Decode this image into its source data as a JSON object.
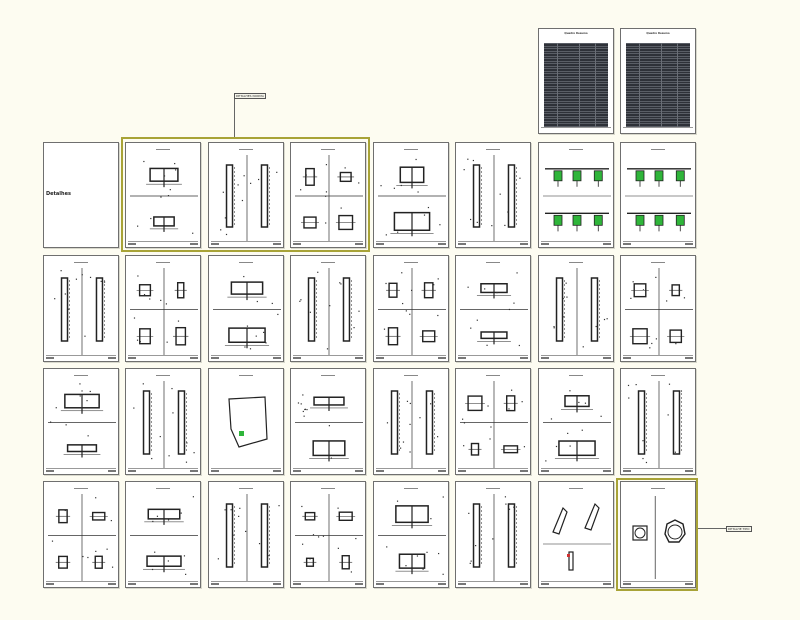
{
  "layout_view": {
    "background": "#fdfcf1",
    "highlight_color": "#a8a337",
    "accent_green": "#2fb53a",
    "accent_red": "#d03030"
  },
  "callouts": {
    "top_group_label": "DETALHES NORMA",
    "bottom_right_label": "DETALHE TIPO"
  },
  "cover": {
    "title": "Detalhes"
  },
  "schedule": {
    "title_1": "Quadro Resumo",
    "title_2": "Quadro Resumo"
  },
  "sheets": [
    {
      "id": "s-cover",
      "row": 1,
      "col": 0
    },
    {
      "id": "s-r1c1",
      "row": 1,
      "col": 1
    },
    {
      "id": "s-r1c2",
      "row": 1,
      "col": 2
    },
    {
      "id": "s-r1c3",
      "row": 1,
      "col": 3
    },
    {
      "id": "s-r1c4",
      "row": 1,
      "col": 4
    },
    {
      "id": "s-r1c5",
      "row": 1,
      "col": 5
    },
    {
      "id": "s-r1c6",
      "row": 1,
      "col": 6
    },
    {
      "id": "s-r1c7",
      "row": 1,
      "col": 7
    }
  ]
}
